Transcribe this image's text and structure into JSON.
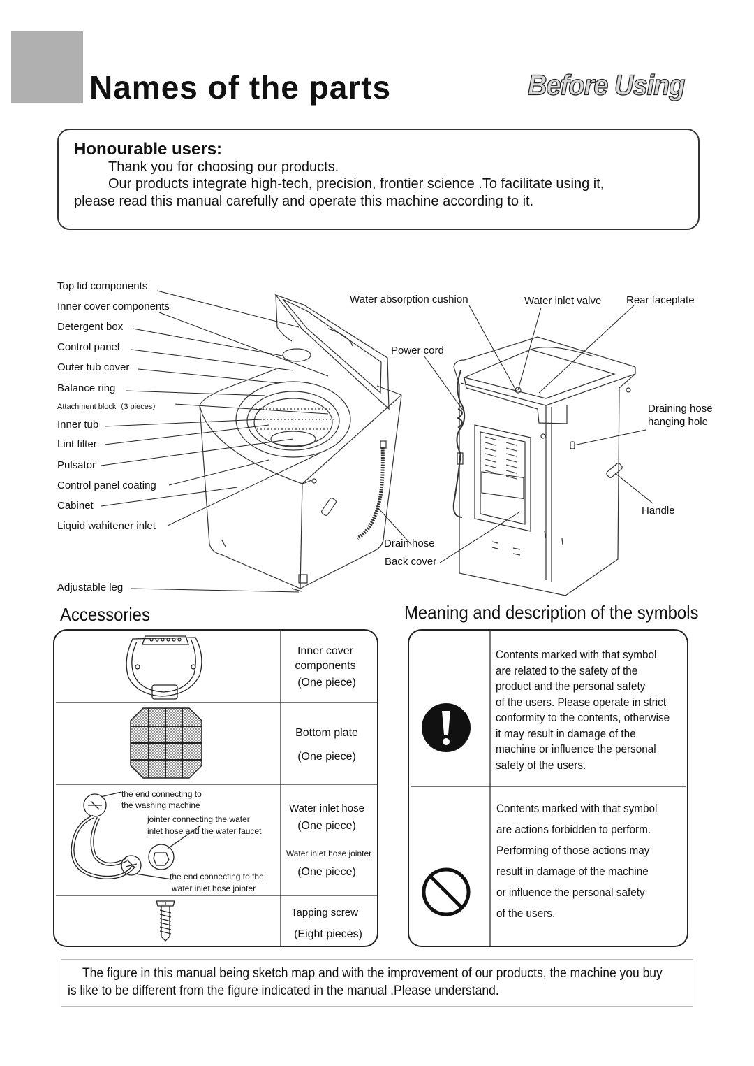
{
  "header": {
    "title": "Names of the parts",
    "section": "Before Using"
  },
  "intro": {
    "heading": "Honourable users:",
    "line1": "Thank you for  choosing our products.",
    "line2": "Our products integrate high-tech, precision, frontier science .To  facilitate  using it,",
    "line3": "please read this manual carefully and operate this machine according to it."
  },
  "parts_front": [
    "Top lid components",
    "Inner cover components",
    "Detergent box",
    "Control panel",
    "Outer tub cover",
    "Balance ring",
    "Attachment block（3 pieces）",
    "Inner tub",
    "Lint filter",
    "Pulsator",
    "Control panel coating",
    "Cabinet",
    "Liquid wahitener inlet",
    "Adjustable leg"
  ],
  "parts_top": {
    "water_absorption": "Water absorption cushion",
    "water_inlet_valve": "Water inlet valve",
    "rear_faceplate": "Rear faceplate",
    "power_cord": "Power cord"
  },
  "parts_rear": {
    "draining_hole_1": "Draining hose",
    "draining_hole_2": "hanging hole",
    "handle": "Handle",
    "drain_hose": "Drain hose",
    "back_cover": "Back cover"
  },
  "accessories": {
    "heading": "Accessories",
    "rows": [
      {
        "name_1": "Inner cover",
        "name_2": "components",
        "qty": "(One piece)"
      },
      {
        "name": "Bottom plate",
        "qty": "(One piece)"
      },
      {
        "name": "Water inlet hose",
        "qty": "(One piece)",
        "name_b": "Water inlet hose jointer",
        "qty_b": "(One piece)"
      },
      {
        "name": "Tapping screw",
        "qty": "(Eight pieces)"
      }
    ],
    "hose_notes": {
      "a1": "the end connecting to",
      "a2": "the washing machine",
      "b1": "jointer  connecting  the  water",
      "b2": "inlet hose and the water faucet",
      "c1": "the end connecting to the",
      "c2": "water inlet hose jointer"
    }
  },
  "symbols": {
    "heading": "Meaning and description of the symbols",
    "warning": [
      "Contents marked with that symbol",
      "are related to the safety of the",
      "product and the personal safety",
      "of the users. Please operate in strict",
      "conformity to the contents, otherwise",
      "it may result in damage of the",
      "machine or influence the personal",
      "safety of the users."
    ],
    "prohibited": [
      "Contents  marked  with  that  symbol",
      "are  actions  forbidden  to  perform.",
      "Performing  of   those actions may",
      "result  in  damage of   the  machine",
      "or influence  the  personal  safety",
      "of  the users."
    ]
  },
  "note": {
    "line1": "The figure in this manual being  sketch map and with the improvement of our products, the machine you buy",
    "line2": "is like to be different from  the figure indicated in the manual .Please understand."
  }
}
